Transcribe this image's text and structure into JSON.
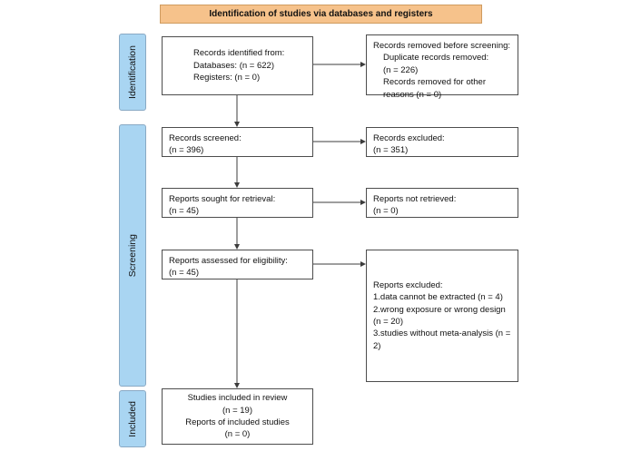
{
  "banner": {
    "label": "Identification of studies via databases and registers"
  },
  "sidebar": {
    "identification": "Identification",
    "screening": "Screening",
    "included": "Included"
  },
  "boxes": {
    "identified": {
      "lines": [
        "Records identified from:",
        "Databases: (n = 622)",
        "Registers: (n = 0)"
      ]
    },
    "removed": {
      "lines": [
        "Records removed before screening:",
        "Duplicate records removed:",
        "(n = 226)",
        "Records removed for other",
        "reasons (n = 0)"
      ]
    },
    "screened": {
      "lines": [
        "Records screened:",
        "(n = 396)"
      ]
    },
    "records_excluded": {
      "lines": [
        "Records excluded:",
        "(n = 351)"
      ]
    },
    "sought": {
      "lines": [
        "Reports sought for retrieval:",
        "(n = 45)"
      ]
    },
    "not_retrieved": {
      "lines": [
        "Reports not retrieved:",
        "(n = 0)"
      ]
    },
    "assessed": {
      "lines": [
        "Reports assessed for eligibility:",
        "(n = 45)"
      ]
    },
    "reports_excluded": {
      "lines": [
        "Reports excluded:",
        "1.data cannot be extracted (n = 4)",
        "2.wrong exposure or wrong design (n = 20)",
        "3.studies without meta-analysis (n = 2)"
      ]
    },
    "included_review": {
      "lines": [
        "Studies included in review",
        "(n = 19)",
        "Reports of included studies",
        "(n = 0)"
      ]
    }
  }
}
